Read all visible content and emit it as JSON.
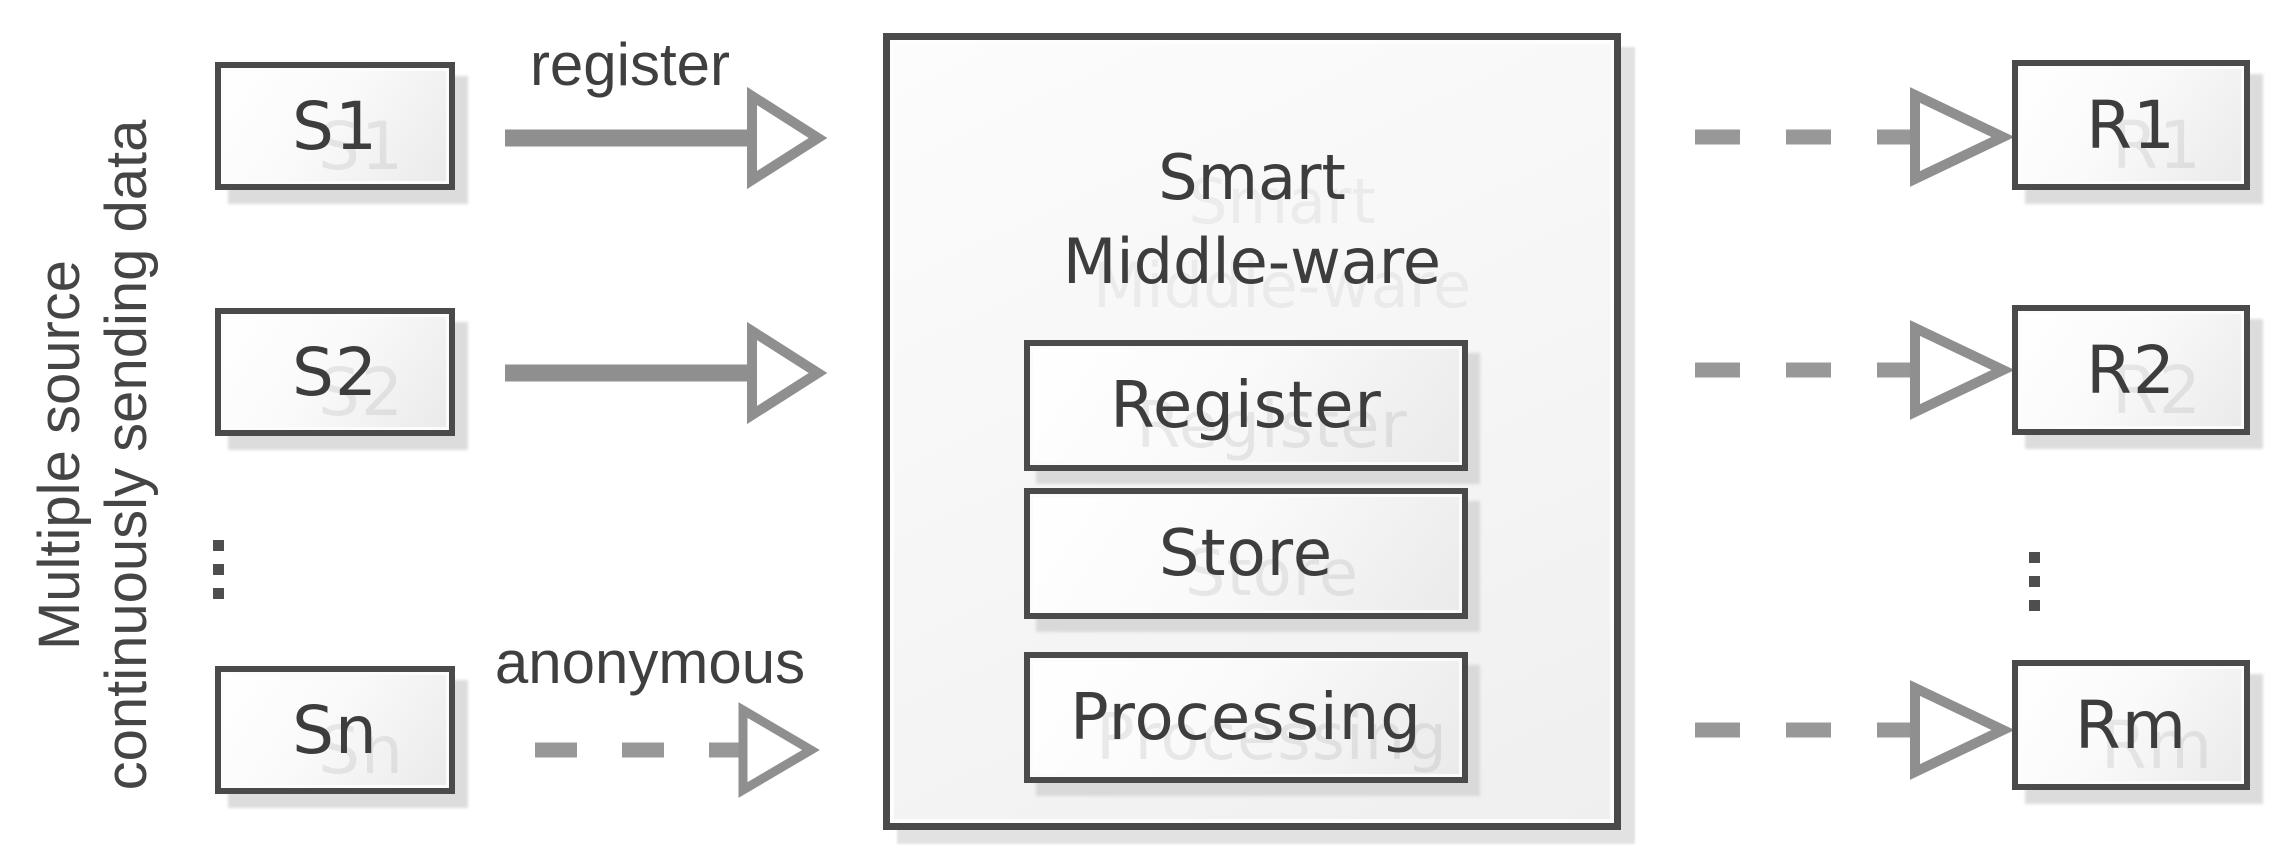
{
  "diagram": {
    "side_label": {
      "line1": "Multiple source",
      "line2": "continuously sending data"
    },
    "sources": {
      "items": [
        {
          "label": "S1"
        },
        {
          "label": "S2"
        },
        {
          "label": "Sn"
        }
      ],
      "ellipsis": "⋮"
    },
    "receivers": {
      "items": [
        {
          "label": "R1"
        },
        {
          "label": "R2"
        },
        {
          "label": "Rm"
        }
      ],
      "ellipsis": "⋮"
    },
    "middleware": {
      "title_line1": "Smart",
      "title_line2": "Middle-ware",
      "modules": [
        "Register",
        "Store",
        "Processing"
      ]
    },
    "annotations": {
      "register_arrow_label": "register",
      "anonymous_arrow_label": "anonymous"
    },
    "arrows": {
      "solid_count": 2,
      "dashed_left_count": 1,
      "dashed_right_count": 3
    },
    "colors": {
      "box_border": "#4a4a4a",
      "box_fill_light": "#ffffff",
      "box_fill_dark": "#eaeaea",
      "arrow_gray": "#8f8f8f",
      "text": "#3d3d3d",
      "shadow": "#dcdcdc"
    }
  }
}
